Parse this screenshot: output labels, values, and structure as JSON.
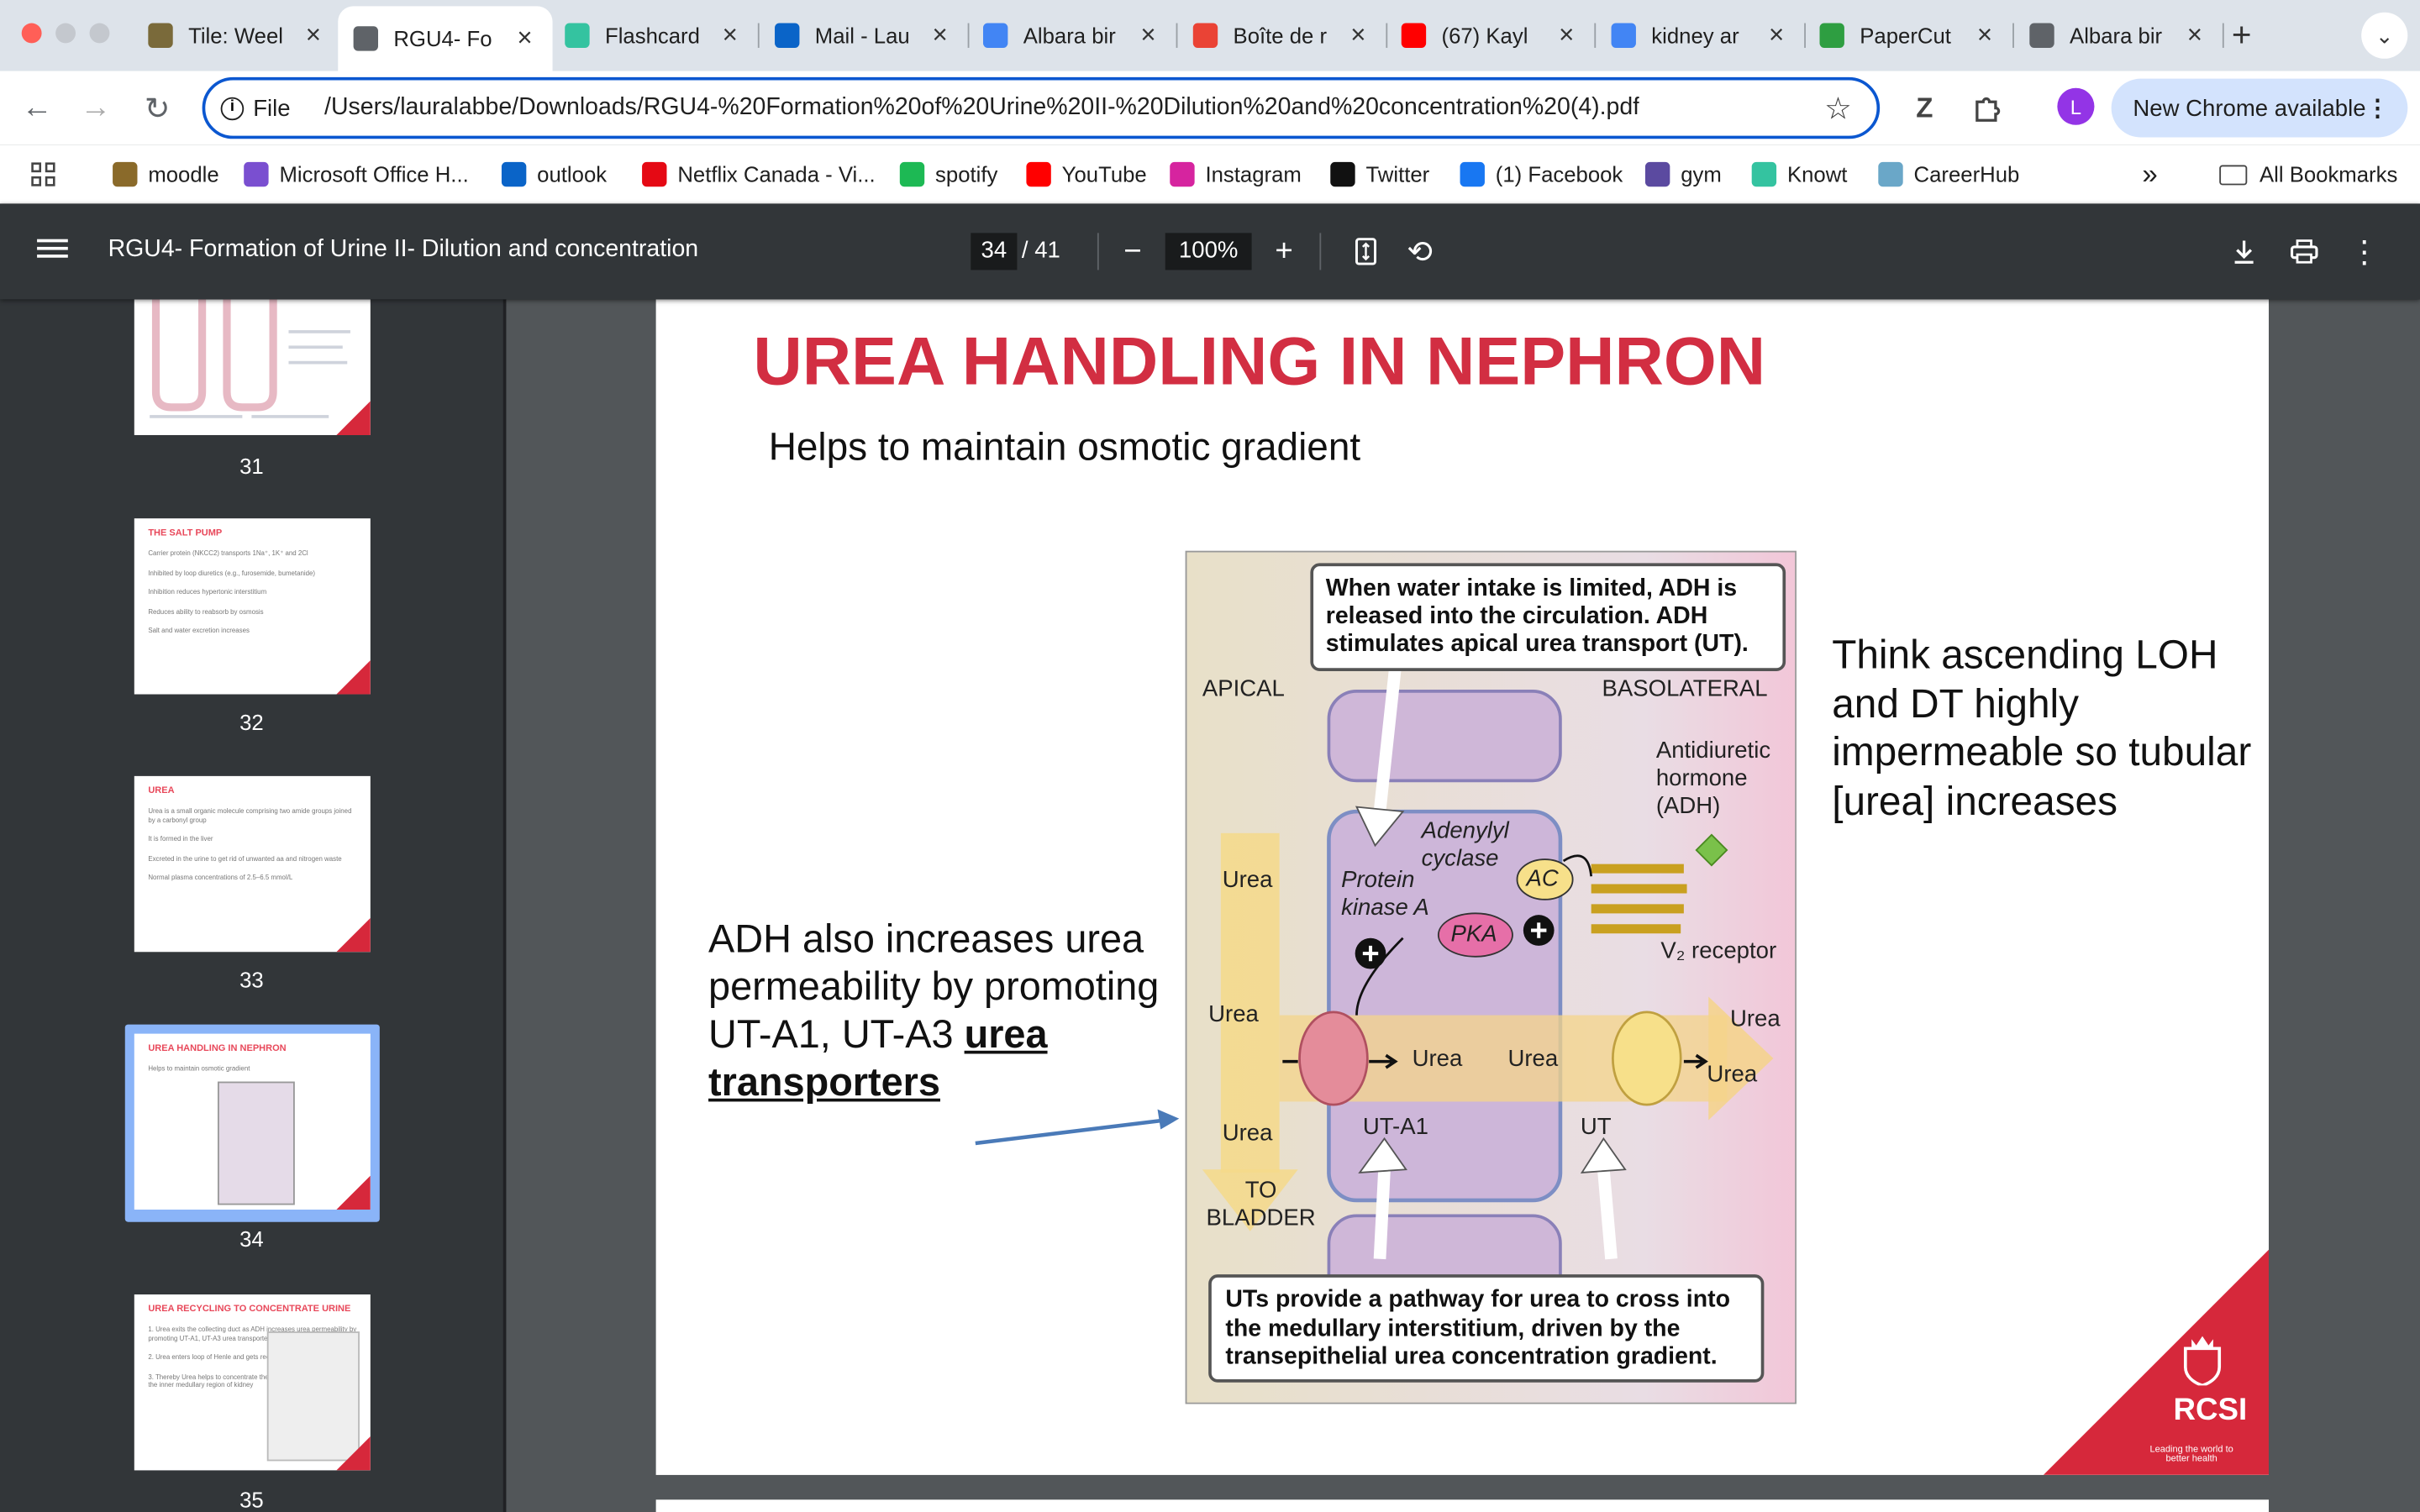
{
  "browser": {
    "tabs": [
      {
        "title": "Tile: Weel",
        "icon": "rcsi-favicon-icon",
        "color": "#7a6a3a"
      },
      {
        "title": "RGU4- Fo",
        "icon": "globe-icon",
        "color": "#5f6368",
        "active": true
      },
      {
        "title": "Flashcard",
        "icon": "knowt-icon",
        "color": "#34c3a0"
      },
      {
        "title": "Mail - Lau",
        "icon": "outlook-icon",
        "color": "#0a64c8"
      },
      {
        "title": "Albara bir",
        "icon": "google-docs-icon",
        "color": "#4285f4"
      },
      {
        "title": "Boîte de r",
        "icon": "gmail-icon",
        "color": "#ea4335"
      },
      {
        "title": "(67) Kayl",
        "icon": "youtube-icon",
        "color": "#ff0000"
      },
      {
        "title": "kidney ar",
        "icon": "google-docs-icon",
        "color": "#4285f4"
      },
      {
        "title": "PaperCut",
        "icon": "papercut-icon",
        "color": "#2e9e41"
      },
      {
        "title": "Albara bir",
        "icon": "globe-icon",
        "color": "#5f6368"
      }
    ],
    "new_tab": "+",
    "address": {
      "scheme_label": "File",
      "url": "/Users/lauralabbe/Downloads/RGU4-%20Formation%20of%20Urine%20II-%20Dilution%20and%20concentration%20(4).pdf"
    },
    "update_label": "New Chrome available",
    "profile_initial": "L",
    "bookmarks": [
      {
        "label": "moodle",
        "icon": "moodle-icon",
        "color": "#8a6a2a"
      },
      {
        "label": "Microsoft Office H...",
        "icon": "microsoft-office-icon",
        "color": "#7a4fd0"
      },
      {
        "label": "outlook",
        "icon": "outlook-icon",
        "color": "#0a64c8"
      },
      {
        "label": "Netflix Canada - Vi...",
        "icon": "netflix-icon",
        "color": "#e50914"
      },
      {
        "label": "spotify",
        "icon": "spotify-icon",
        "color": "#1db954"
      },
      {
        "label": "YouTube",
        "icon": "youtube-icon",
        "color": "#ff0000"
      },
      {
        "label": "Instagram",
        "icon": "instagram-icon",
        "color": "#d6249f"
      },
      {
        "label": "Twitter",
        "icon": "x-twitter-icon",
        "color": "#111111"
      },
      {
        "label": "(1) Facebook",
        "icon": "facebook-icon",
        "color": "#1877f2"
      },
      {
        "label": "gym",
        "icon": "gym-icon",
        "color": "#5b4aa0"
      },
      {
        "label": "Knowt",
        "icon": "knowt-icon",
        "color": "#34c3a0"
      },
      {
        "label": "CareerHub",
        "icon": "careerhub-icon",
        "color": "#6aa7c8"
      }
    ],
    "all_bookmarks": "All Bookmarks",
    "overflow": "»"
  },
  "pdf": {
    "title": "RGU4- Formation of Urine II- Dilution and concentration",
    "current_page": "34",
    "total_pages": "/ 41",
    "zoom": "100%"
  },
  "thumbnails": [
    {
      "num": "31",
      "title": "",
      "lines": []
    },
    {
      "num": "32",
      "title": "THE SALT PUMP",
      "lines": [
        "Carrier protein (NKCC2) transports 1Na⁺, 1K⁺ and 2Cl",
        "Inhibited by loop diuretics (e.g., furosemide, bumetanide)",
        "Inhibition reduces hypertonic interstitium",
        "Reduces ability to reabsorb by osmosis",
        "Salt and water excretion increases"
      ]
    },
    {
      "num": "33",
      "title": "UREA",
      "lines": [
        "Urea is a small organic molecule comprising two amide groups joined by a carbonyl group",
        "It is formed in the liver",
        "Excreted in the urine to get rid of unwanted aa and nitrogen waste",
        "Normal plasma concentrations of 2.5–6.5 mmol/L"
      ]
    },
    {
      "num": "34",
      "title": "UREA HANDLING IN NEPHRON",
      "lines": [
        "Helps to maintain osmotic gradient"
      ]
    },
    {
      "num": "35",
      "title": "UREA RECYCLING TO CONCENTRATE URINE",
      "lines": [
        "1. Urea exits the collecting duct as ADH increases urea permeability by promoting UT-A1, UT-A3 urea transporters",
        "2. Urea enters loop of Henle and gets recycled",
        "3. Thereby Urea helps to concentrate the surrounding interstitium of the inner medullary region of kidney"
      ]
    }
  ],
  "slide": {
    "title": "UREA HANDLING IN NEPHRON",
    "subtitle": "Helps to maintain osmotic gradient",
    "left_text": "ADH also increases urea permeability by promoting UT-A1, UT-A3",
    "left_text_bold": "urea transporters",
    "right_text": "Think ascending LOH and DT highly impermeable so tubular [urea] increases",
    "logo_text": "RCSI",
    "logo_tagline": "Leading the world to better health",
    "figure": {
      "top_callout": "When water intake is limited, ADH is released into the circulation. ADH stimulates apical urea transport (UT).",
      "bottom_callout": "UTs provide a pathway for urea to cross into the medullary interstitium, driven by the transepithelial urea concentration gradient.",
      "apical": "APICAL",
      "basolateral": "BASOLATERAL",
      "adh": "Antidiuretic hormone (ADH)",
      "adenylyl": "Adenylyl cyclase",
      "ac": "AC",
      "protein_kinase": "Protein kinase A",
      "pka": "PKA",
      "v2": "V₂ receptor",
      "urea": "Urea",
      "ut_a1": "UT-A1",
      "ut": "UT",
      "to_bladder": "TO BLADDER"
    }
  }
}
